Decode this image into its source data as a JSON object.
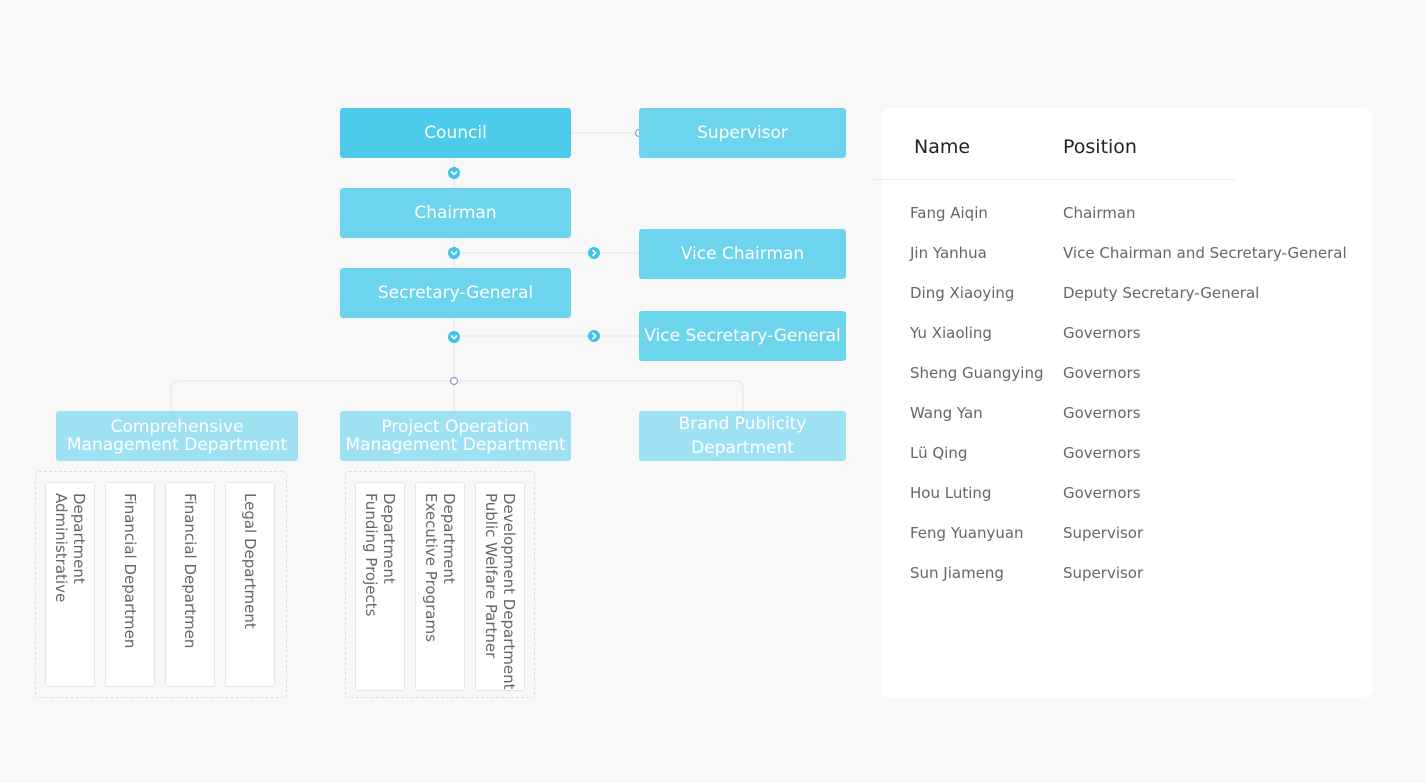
{
  "chart": {
    "top": {
      "council": "Council",
      "supervisor": "Supervisor",
      "chairman": "Chairman",
      "vice_chairman": "Vice Chairman",
      "secretary_general": "Secretary-General",
      "vice_secretary_general": "Vice Secretary-General"
    },
    "departments": {
      "comprehensive": {
        "line1": "Comprehensive",
        "line2": "Management Department"
      },
      "project_operation": {
        "line1": "Project Operation",
        "line2": "Management Department"
      },
      "brand_publicity": {
        "line1": "Brand Publicity",
        "line2": "Department"
      }
    },
    "sub_units": {
      "comprehensive": [
        {
          "line1": "Administrative",
          "line2": "Department"
        },
        {
          "line1": "Financial Departmen",
          "line2": ""
        },
        {
          "line1": "Financial Departmen",
          "line2": ""
        },
        {
          "line1": "Legal Department",
          "line2": ""
        }
      ],
      "project_operation": [
        {
          "line1": "Funding Projects",
          "line2": "Department"
        },
        {
          "line1": "Executive Programs",
          "line2": "Department"
        },
        {
          "line1": "Public Welfare Partner",
          "line2": "Development Department"
        }
      ]
    }
  },
  "table": {
    "headers": {
      "name": "Name",
      "position": "Position"
    },
    "rows": [
      {
        "name": "Fang Aiqin",
        "position": "Chairman"
      },
      {
        "name": "Jin Yanhua",
        "position": "Vice Chairman and Secretary-General"
      },
      {
        "name": "Ding Xiaoying",
        "position": "Deputy Secretary-General"
      },
      {
        "name": "Yu Xiaoling",
        "position": "Governors"
      },
      {
        "name": "Sheng Guangying",
        "position": "Governors"
      },
      {
        "name": "Wang Yan",
        "position": "Governors"
      },
      {
        "name": "Lü Qing",
        "position": "Governors"
      },
      {
        "name": "Hou Luting",
        "position": "Governors"
      },
      {
        "name": "Feng Yuanyuan",
        "position": "Supervisor"
      },
      {
        "name": "Sun Jiameng",
        "position": "Supervisor"
      }
    ]
  },
  "colors": {
    "primary": "#4ccbeb",
    "secondary": "#6dd4ee",
    "tertiary": "#9ee1f3",
    "connector_dot": "#3ec5e8",
    "connector_ring": "#8d9bd0"
  }
}
